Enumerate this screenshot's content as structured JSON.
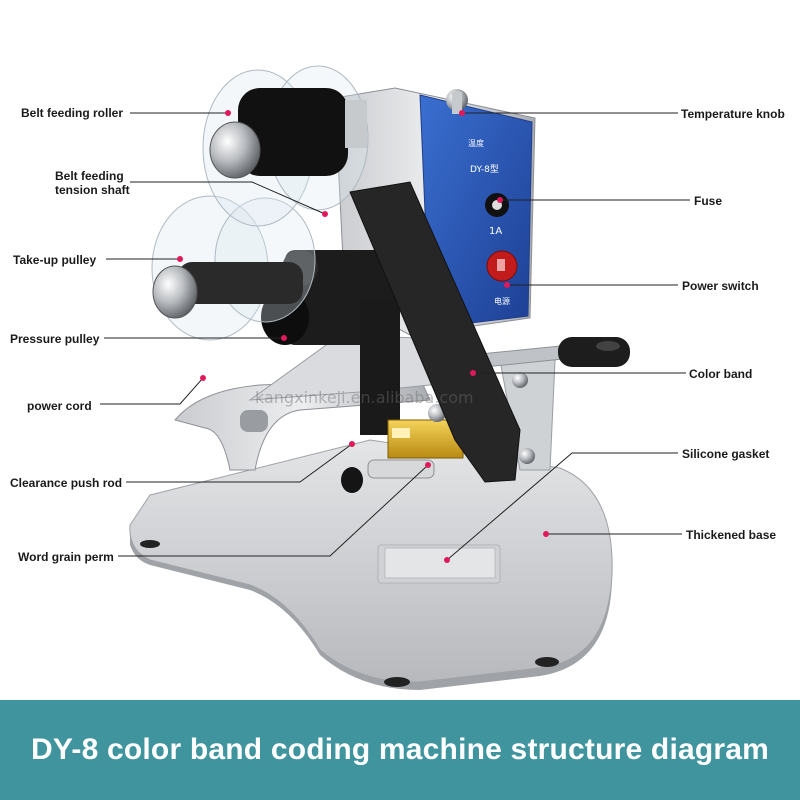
{
  "banner": {
    "title": "DY-8 color band coding machine structure diagram",
    "background": "#3f949e",
    "text_color": "#ffffff"
  },
  "watermark": "kangxinkeji.en.alibaba.com",
  "panel": {
    "model": "DY-8型",
    "fuse_rating": "1A",
    "top_text": "温度",
    "power_text": "电源",
    "color": "#2a55b8"
  },
  "callouts": {
    "left": [
      {
        "id": "belt-feeding-roller",
        "label": "Belt feeding roller"
      },
      {
        "id": "belt-feeding-tension-shaft",
        "label": "Belt feeding tension shaft"
      },
      {
        "id": "take-up-pulley",
        "label": "Take-up pulley"
      },
      {
        "id": "pressure-pulley",
        "label": "Pressure pulley"
      },
      {
        "id": "power-cord",
        "label": "power cord"
      },
      {
        "id": "clearance-push-rod",
        "label": "Clearance push rod"
      },
      {
        "id": "word-grain-perm",
        "label": "Word grain perm"
      }
    ],
    "right": [
      {
        "id": "temperature-knob",
        "label": "Temperature knob"
      },
      {
        "id": "fuse",
        "label": "Fuse"
      },
      {
        "id": "power-switch",
        "label": "Power switch"
      },
      {
        "id": "color-band",
        "label": "Color band"
      },
      {
        "id": "silicone-gasket",
        "label": "Silicone gasket"
      },
      {
        "id": "thickened-base",
        "label": "Thickened base"
      }
    ]
  }
}
